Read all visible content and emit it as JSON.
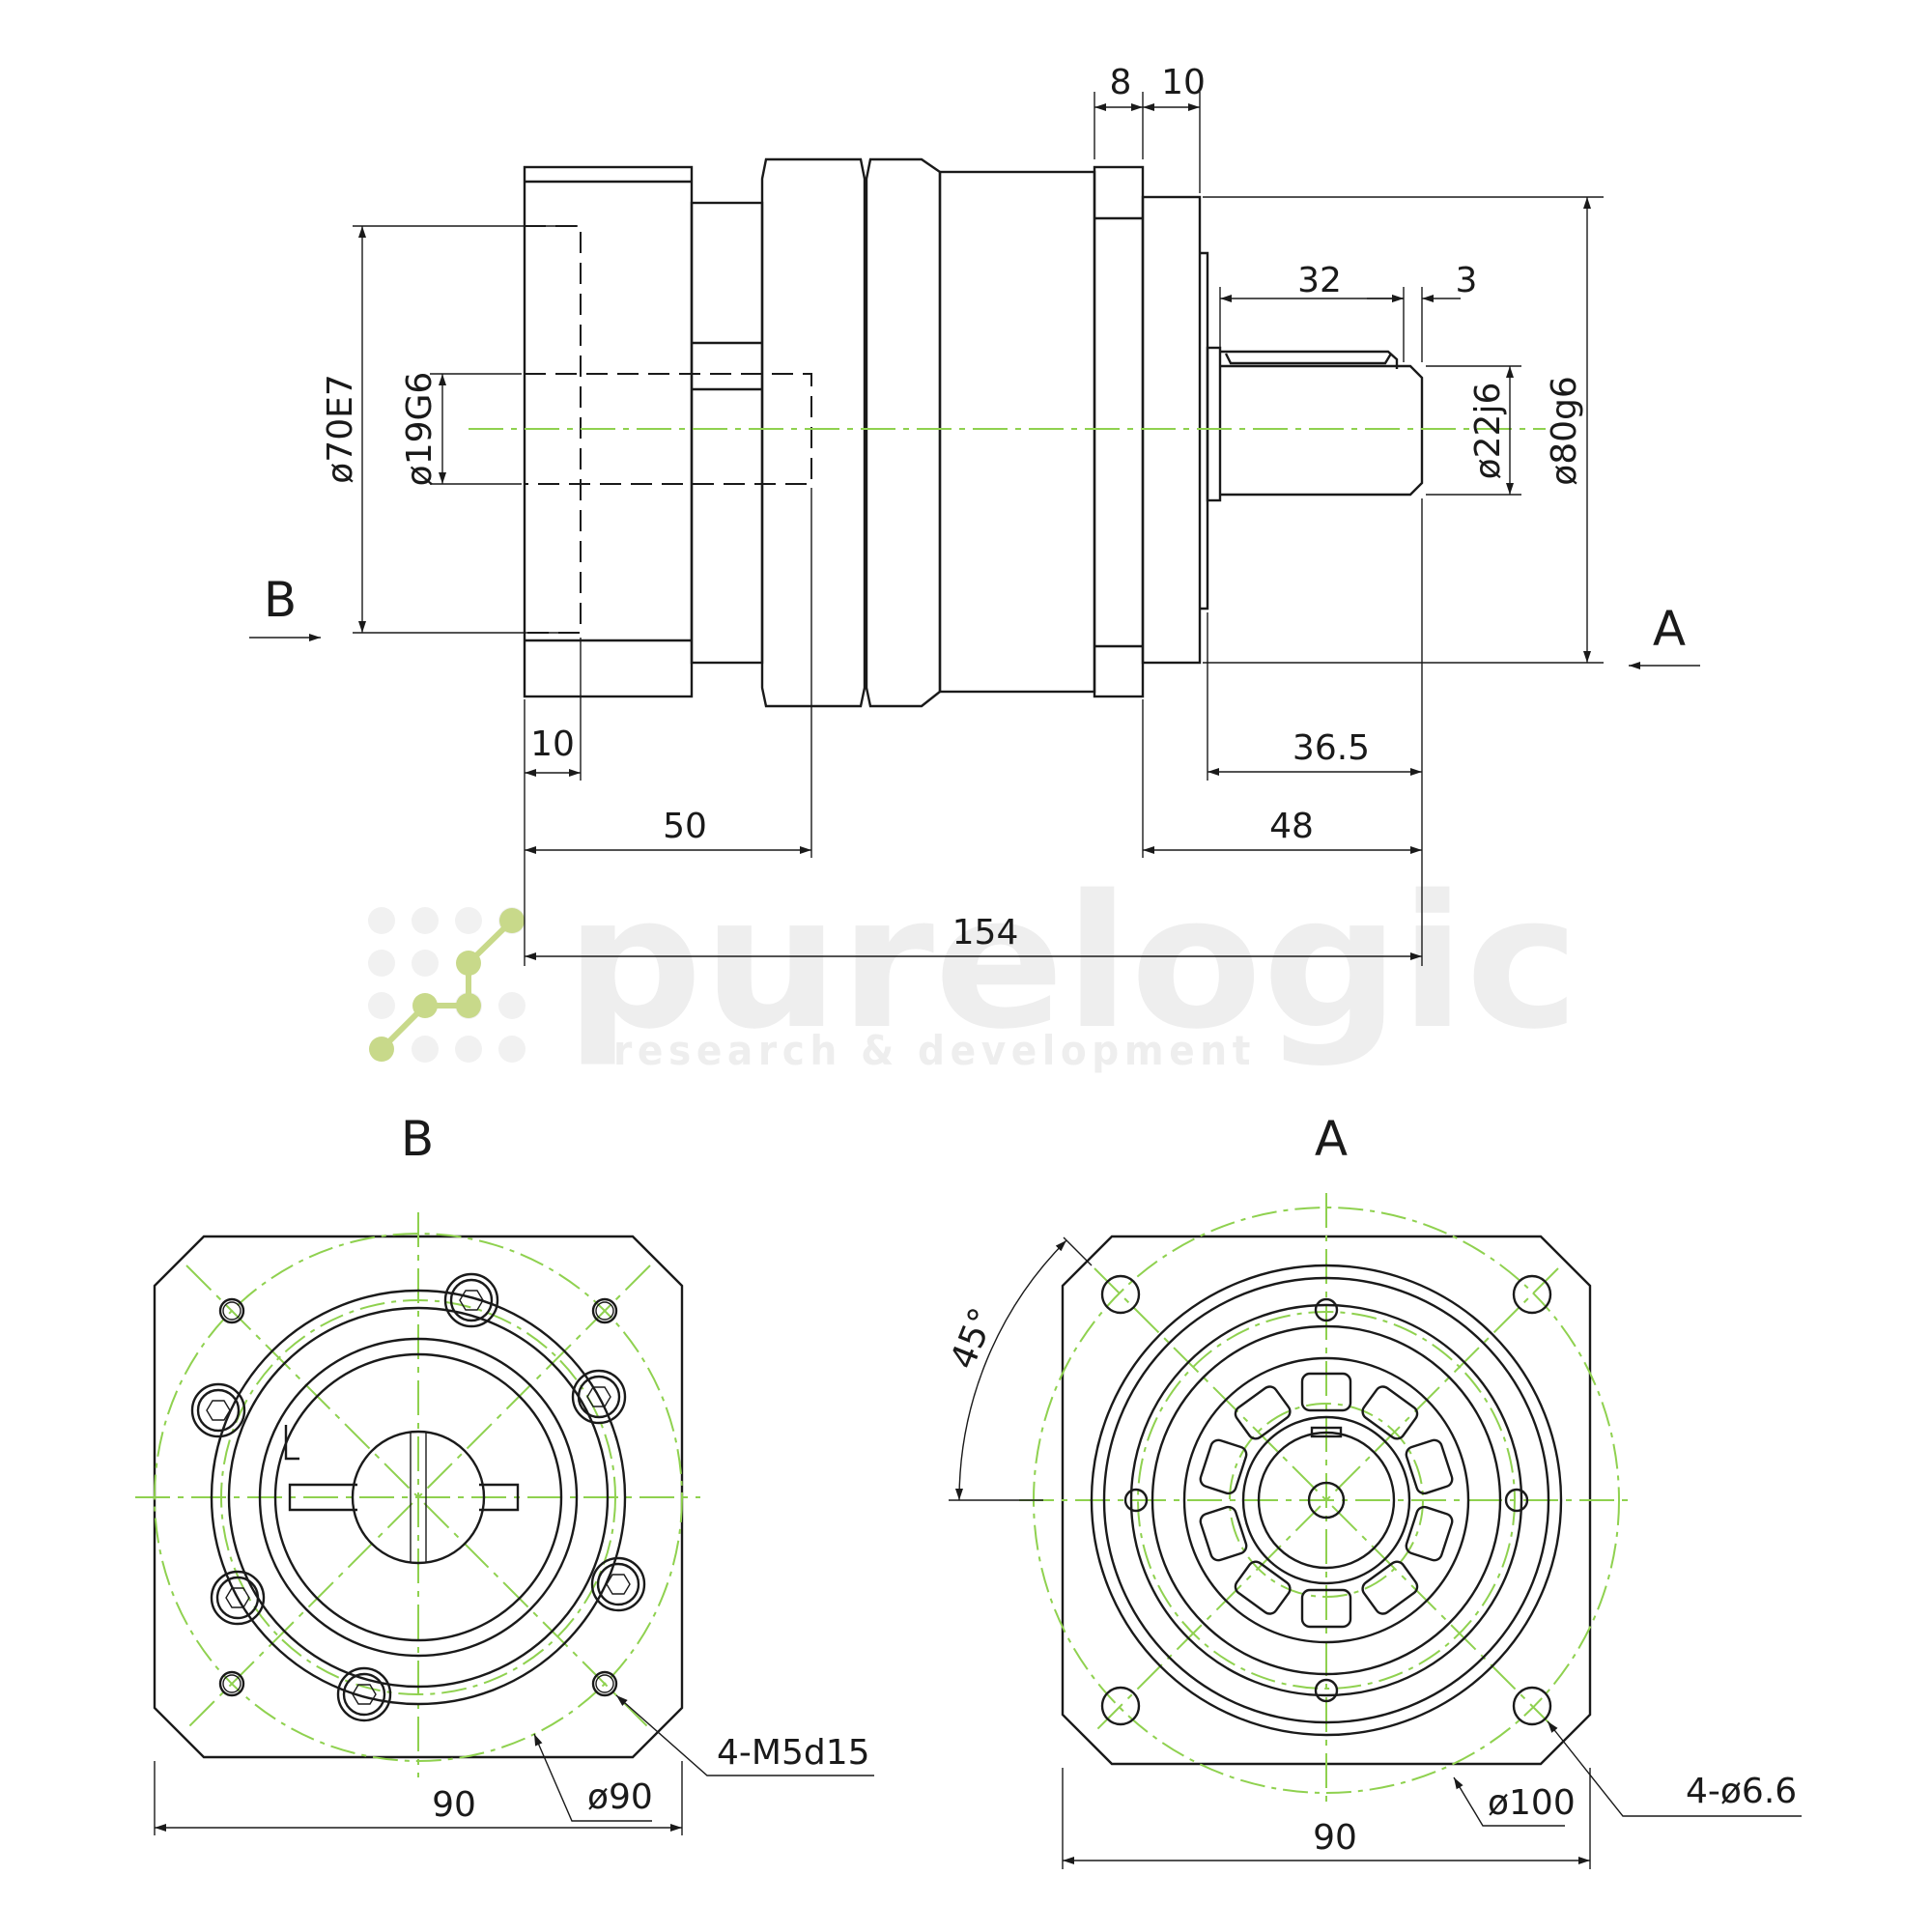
{
  "views": {
    "side": {
      "dims": {
        "d8": "8",
        "d10_top": "10",
        "d32": "32",
        "d3": "3",
        "d70": "ø70E7",
        "d19": "ø19G6",
        "d22": "ø22j6",
        "d80": "ø80g6",
        "d10_bottom": "10",
        "d50": "50",
        "d36_5": "36.5",
        "d48": "48",
        "d154": "154"
      },
      "arrow_b": "B",
      "arrow_a": "A"
    },
    "b": {
      "label": "B",
      "callout_holes": "4-M5d15",
      "callout_pcd": "ø90",
      "width": "90"
    },
    "a": {
      "label": "A",
      "angle": "45°",
      "callout_pcd": "ø100",
      "callout_holes": "4-ø6.6",
      "width": "90"
    }
  },
  "watermark": {
    "brand": "purelogic",
    "tagline": "research & development"
  },
  "colors": {
    "line": "#1a1a1a",
    "centerline": "#8fd14f",
    "watermark": "#eeeeee",
    "logo_dots": "#c8d98a"
  }
}
